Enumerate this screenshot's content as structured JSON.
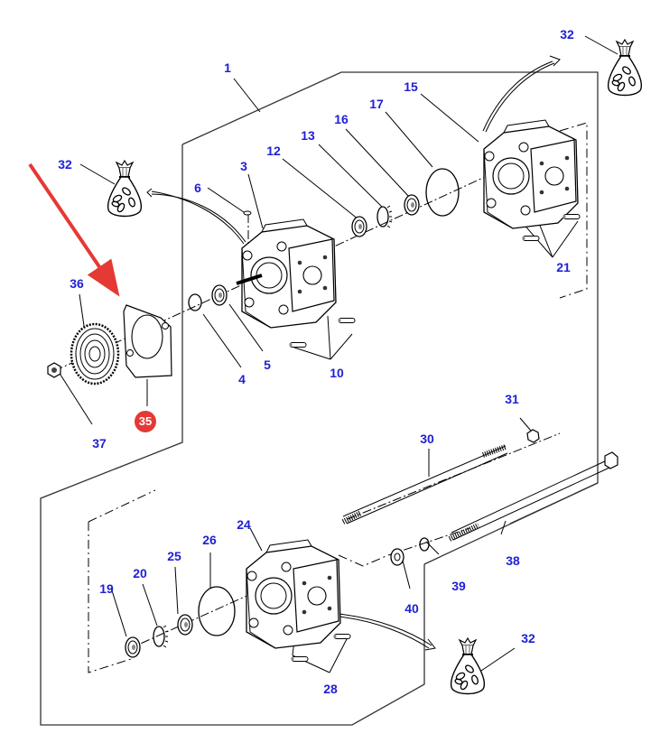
{
  "diagram": {
    "title": "Hydraulic gear pump assembly — exploded parts view",
    "colors": {
      "callout_text": "#1f1fd6",
      "highlight": "#e53935",
      "line": "#000000",
      "frame": "#333333"
    },
    "highlighted_part": "35",
    "callouts": [
      {
        "id": "c1",
        "label": "1"
      },
      {
        "id": "c3",
        "label": "3"
      },
      {
        "id": "c4",
        "label": "4"
      },
      {
        "id": "c5",
        "label": "5"
      },
      {
        "id": "c6",
        "label": "6"
      },
      {
        "id": "c10",
        "label": "10"
      },
      {
        "id": "c12",
        "label": "12"
      },
      {
        "id": "c13",
        "label": "13"
      },
      {
        "id": "c15",
        "label": "15"
      },
      {
        "id": "c16",
        "label": "16"
      },
      {
        "id": "c17",
        "label": "17"
      },
      {
        "id": "c19",
        "label": "19"
      },
      {
        "id": "c20",
        "label": "20"
      },
      {
        "id": "c21",
        "label": "21"
      },
      {
        "id": "c24",
        "label": "24"
      },
      {
        "id": "c25",
        "label": "25"
      },
      {
        "id": "c26",
        "label": "26"
      },
      {
        "id": "c28",
        "label": "28"
      },
      {
        "id": "c30",
        "label": "30"
      },
      {
        "id": "c31",
        "label": "31"
      },
      {
        "id": "c32a",
        "label": "32"
      },
      {
        "id": "c32b",
        "label": "32"
      },
      {
        "id": "c32c",
        "label": "32"
      },
      {
        "id": "c35",
        "label": "35"
      },
      {
        "id": "c36",
        "label": "36"
      },
      {
        "id": "c37",
        "label": "37"
      },
      {
        "id": "c38",
        "label": "38"
      },
      {
        "id": "c39",
        "label": "39"
      },
      {
        "id": "c40",
        "label": "40"
      }
    ],
    "parts": [
      {
        "name": "pump-assembly-frame",
        "ref": "1"
      },
      {
        "name": "front-pump-body",
        "ref": "3"
      },
      {
        "name": "circlip",
        "ref": "4"
      },
      {
        "name": "shaft-seal",
        "ref": "5"
      },
      {
        "name": "key",
        "ref": "6"
      },
      {
        "name": "dowel-pins",
        "ref": "10"
      },
      {
        "name": "bearing",
        "ref": "12"
      },
      {
        "name": "lock-washer",
        "ref": "13"
      },
      {
        "name": "rear-pump-body",
        "ref": "15"
      },
      {
        "name": "spacer",
        "ref": "16"
      },
      {
        "name": "o-ring",
        "ref": "17"
      },
      {
        "name": "bearing-lower",
        "ref": "19"
      },
      {
        "name": "lock-washer-lower",
        "ref": "20"
      },
      {
        "name": "dowel-pins-rear",
        "ref": "21"
      },
      {
        "name": "lower-pump-body",
        "ref": "24"
      },
      {
        "name": "spacer-lower",
        "ref": "25"
      },
      {
        "name": "o-ring-lower",
        "ref": "26"
      },
      {
        "name": "dowel-pins-lower",
        "ref": "28"
      },
      {
        "name": "stud",
        "ref": "30"
      },
      {
        "name": "nut",
        "ref": "31"
      },
      {
        "name": "seal-kit-bag",
        "ref": "32"
      },
      {
        "name": "gasket",
        "ref": "35"
      },
      {
        "name": "drive-gear",
        "ref": "36"
      },
      {
        "name": "gear-nut",
        "ref": "37"
      },
      {
        "name": "bolt",
        "ref": "38"
      },
      {
        "name": "spring-washer",
        "ref": "39"
      },
      {
        "name": "flat-washer",
        "ref": "40"
      }
    ]
  }
}
